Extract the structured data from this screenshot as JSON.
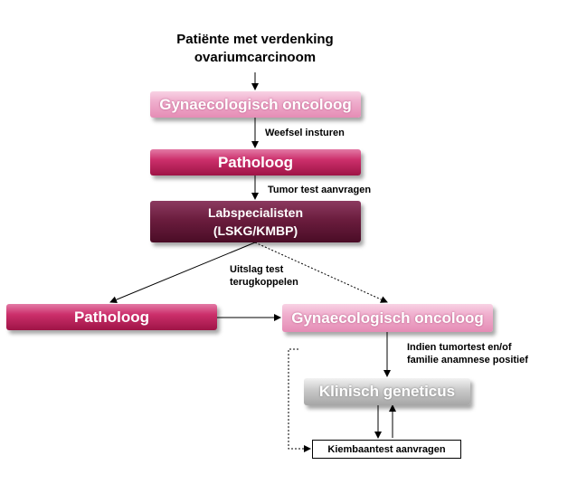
{
  "start": {
    "line1": "Patiënte met verdenking",
    "line2": "ovariumcarcinoom"
  },
  "nodes": {
    "gyn1": "Gynaecologisch oncoloog",
    "path1": "Patholoog",
    "lab_line1": "Labspecialisten",
    "lab_line2": "(LSKG/KMBP)",
    "path2": "Patholoog",
    "gyn2": "Gynaecologisch oncoloog",
    "genetics": "Klinisch geneticus",
    "germline": "Kiembaantest aanvragen"
  },
  "edge_labels": {
    "send_tissue": "Weefsel insturen",
    "request_test": "Tumor test aanvragen",
    "result_line1": "Uitslag test",
    "result_line2": "terugkoppelen",
    "if_line1": "Indien tumortest en/of",
    "if_line2": "familie anamnese positief"
  },
  "colors": {
    "light_pink": "#f0b1cf",
    "magenta": "#cc2f6b",
    "dark_plum": "#6b1d3e",
    "grey": "#c8c8c8"
  }
}
